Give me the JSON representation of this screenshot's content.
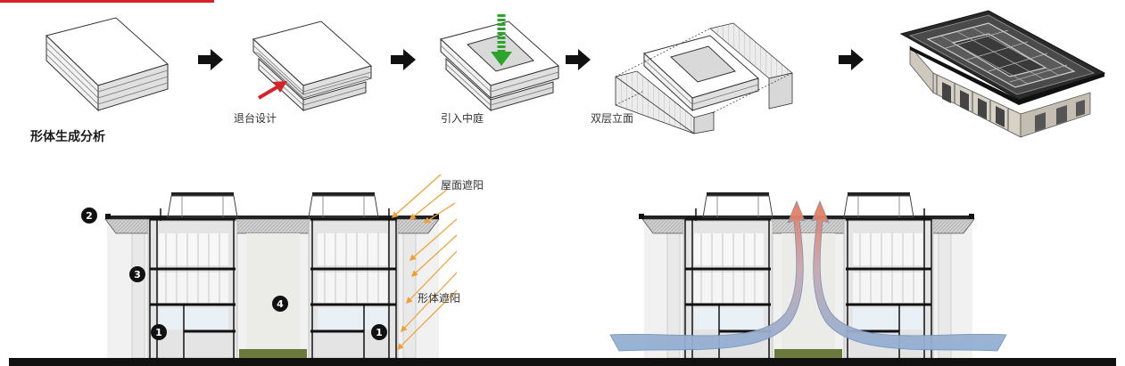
{
  "labels": {
    "section_heading": "形体生成分析",
    "step2": "退台设计",
    "step3": "引入中庭",
    "step4": "双层立面",
    "roof_shading": "屋面遮阳",
    "form_shading": "形体遮阳"
  },
  "badges": {
    "b1": "1",
    "b2": "2",
    "b3": "3",
    "b4": "4"
  },
  "colors": {
    "accent_red": "#d6222a",
    "courtyard_green": "#2aa52a",
    "shading_orange": "#f0a030",
    "hot_air": "#e8765a",
    "cool_air": "#7b9cc6",
    "ground": "#111111",
    "lawn": "#6b7a3c"
  }
}
